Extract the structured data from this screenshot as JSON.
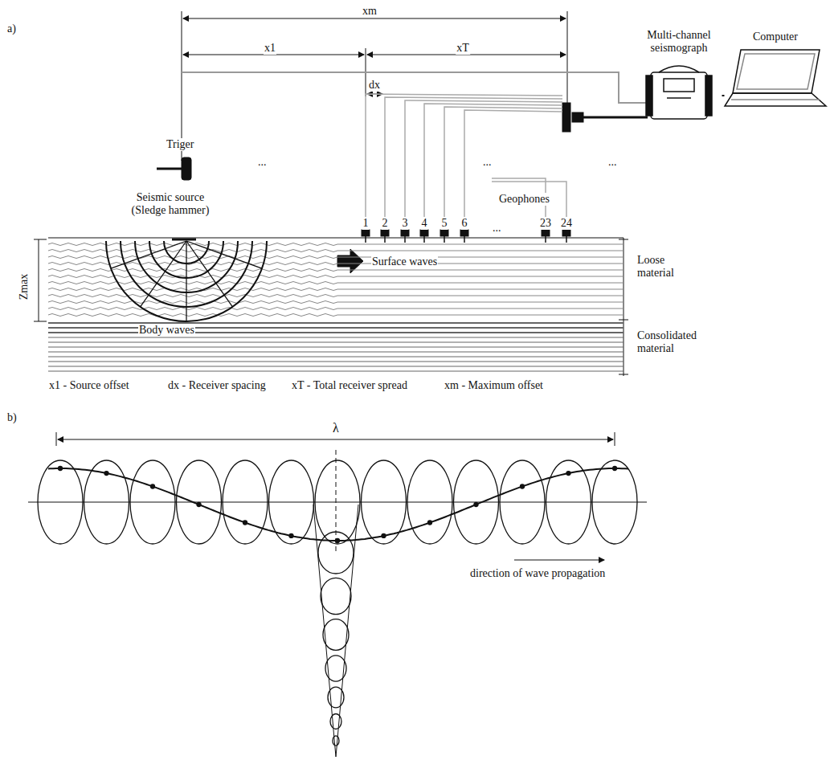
{
  "diagram": {
    "nodes": [
      {
        "text": [
          "Multi-channel seismograph"
        ]
      },
      {
        "text": [
          "Computer"
        ]
      }
    ],
    "edges": [
      {
        "from": 0,
        "to": 1,
        "arrow": "none"
      }
    ],
    "labels": [
      "a)",
      "xm",
      "x1",
      "xT",
      "dx",
      "Triger",
      "Seismic source (Sledge hammer)",
      "...",
      "...",
      "...",
      "Geophones",
      "1",
      "2",
      "3",
      "4",
      "5",
      "6",
      "...",
      "23",
      "24",
      "Surface waves",
      "Body waves",
      "Zmax",
      "Loose material",
      "Consolidated material",
      "x1 - Source offset",
      "dx - Receiver spacing",
      "xT - Total receiver spread",
      "xm - Maximum offset",
      "b)",
      "λ",
      "direction of wave propagation"
    ]
  }
}
